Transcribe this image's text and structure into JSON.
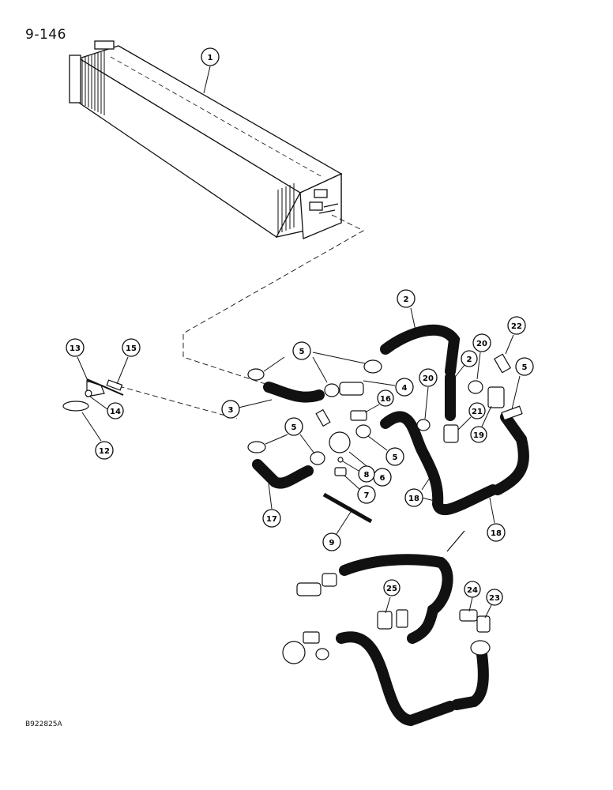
{
  "page_number": "9-146",
  "drawing_code": "B922825A",
  "callouts": [
    {
      "id": "c1",
      "label": "1"
    },
    {
      "id": "c2a",
      "label": "2"
    },
    {
      "id": "c2b",
      "label": "2"
    },
    {
      "id": "c3",
      "label": "3"
    },
    {
      "id": "c4",
      "label": "4"
    },
    {
      "id": "c5a",
      "label": "5"
    },
    {
      "id": "c5b",
      "label": "5"
    },
    {
      "id": "c5c",
      "label": "5"
    },
    {
      "id": "c5d",
      "label": "5"
    },
    {
      "id": "c6",
      "label": "6"
    },
    {
      "id": "c7",
      "label": "7"
    },
    {
      "id": "c8",
      "label": "8"
    },
    {
      "id": "c9",
      "label": "9"
    },
    {
      "id": "c12",
      "label": "12"
    },
    {
      "id": "c13",
      "label": "13"
    },
    {
      "id": "c14",
      "label": "14"
    },
    {
      "id": "c15",
      "label": "15"
    },
    {
      "id": "c16",
      "label": "16"
    },
    {
      "id": "c17",
      "label": "17"
    },
    {
      "id": "c18a",
      "label": "18"
    },
    {
      "id": "c18b",
      "label": "18"
    },
    {
      "id": "c19",
      "label": "19"
    },
    {
      "id": "c20a",
      "label": "20"
    },
    {
      "id": "c20b",
      "label": "20"
    },
    {
      "id": "c21",
      "label": "21"
    },
    {
      "id": "c22",
      "label": "22"
    },
    {
      "id": "c23",
      "label": "23"
    },
    {
      "id": "c24",
      "label": "24"
    },
    {
      "id": "c25",
      "label": "25"
    }
  ]
}
